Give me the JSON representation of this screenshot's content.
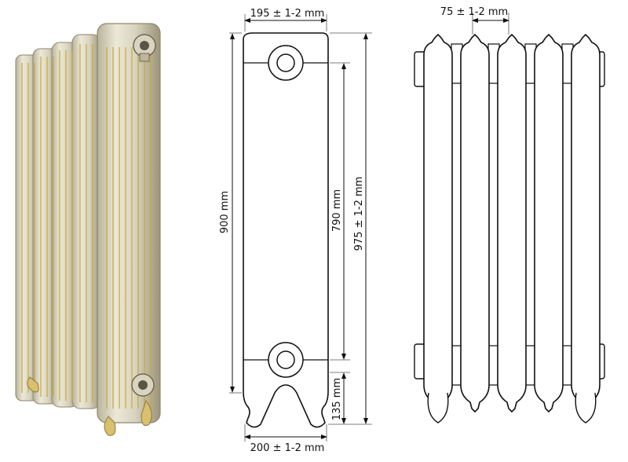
{
  "photo": {
    "colors": {
      "base": "#d9d4c0",
      "gold": "#c8a832",
      "shadow": "#8e8670",
      "highlight": "#f2efe4"
    }
  },
  "front_view": {
    "width_top": "195 ± 1-2 mm",
    "width_bottom": "200 ± 1-2 mm",
    "height_body": "900 mm",
    "height_axis": "790 mm",
    "height_total": "975 ± 1-2 mm",
    "height_legs": "135 mm"
  },
  "side_view": {
    "section_pitch": "75 ± 1-2 mm",
    "sections": 5
  }
}
